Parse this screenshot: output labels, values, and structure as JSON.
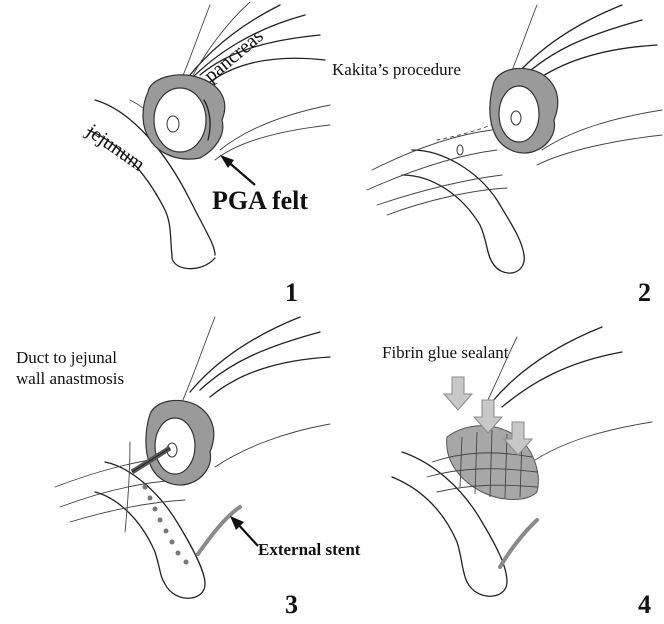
{
  "panels": [
    {
      "number": "1",
      "labels": {
        "pancreas": "pancreas",
        "jejunum": "jejunum",
        "felt": "PGA felt"
      }
    },
    {
      "number": "2",
      "labels": {
        "procedure": "Kakita’s procedure"
      }
    },
    {
      "number": "3",
      "labels": {
        "anastomosis": "Duct to jejunal\nwall anastmosis",
        "stent": "External stent"
      }
    },
    {
      "number": "4",
      "labels": {
        "glue": "Fibrin glue sealant"
      }
    }
  ],
  "colors": {
    "felt": "#9a9a9a",
    "glue": "#a7a7a7",
    "arrow": "#c8c8c8",
    "stent": "#8a8a8a"
  }
}
